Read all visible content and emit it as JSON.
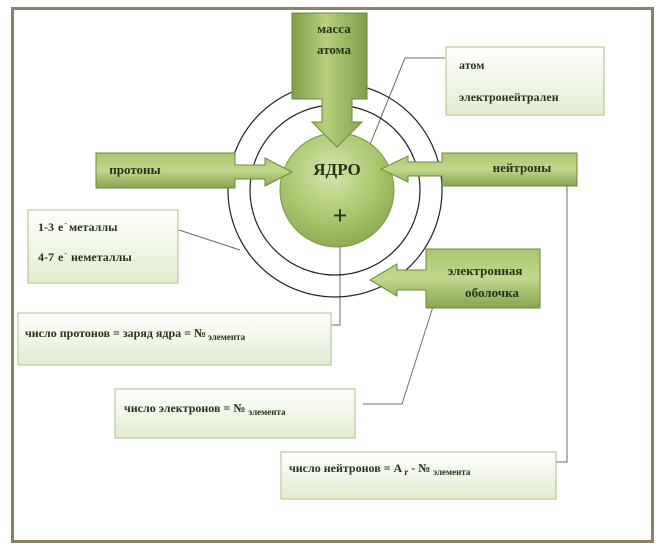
{
  "nucleus": {
    "label": "ЯДРО",
    "charge": "+"
  },
  "top_arrow": {
    "line1": "масса",
    "line2": "атома"
  },
  "left_arrow": {
    "label": "протоны"
  },
  "right_arrow": {
    "label": "нейтроны"
  },
  "lower_right_arrow": {
    "line1": "электронная",
    "line2": "оболочка"
  },
  "boxes": {
    "neutral": {
      "line1": "атом",
      "line2": "электронейтрален"
    },
    "metals": {
      "row1_range": "1-3",
      "row1_e": "е",
      "row1_text": "металлы",
      "row2_range": "4-7",
      "row2_e": "е",
      "row2_text": "неметаллы"
    },
    "protons": {
      "text": "число протонов = заряд ядра = №",
      "sub": "элемента"
    },
    "electrons": {
      "text": "число электронов = №",
      "sub": "элемента"
    },
    "neutrons": {
      "text": "число нейтронов = А",
      "sub_r": "r",
      "text2": " - №",
      "sub": "элемента"
    }
  },
  "colors": {
    "frame": "#8a8466",
    "arrow_fill": "#9cbb5f",
    "arrow_stroke": "#6a8a3a",
    "box_fill": "#edf4e2",
    "box_stroke": "#a9bf8a",
    "text": "#26331a"
  }
}
